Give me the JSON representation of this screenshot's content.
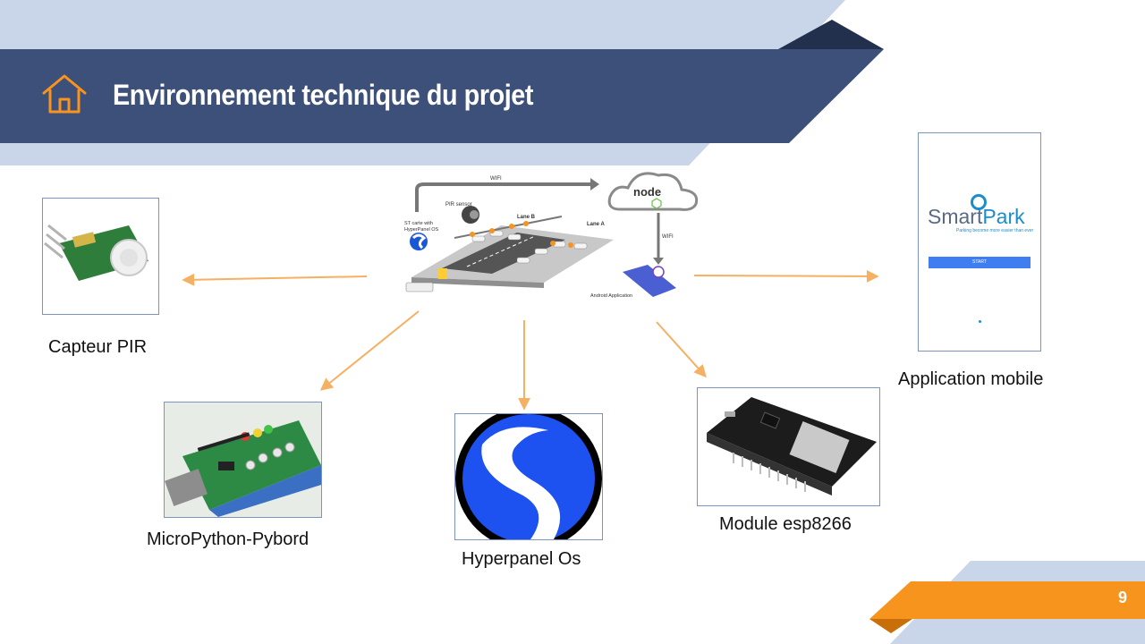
{
  "header": {
    "title": "Environnement technique du projet",
    "home_icon": "house-outline-icon"
  },
  "page_number": "9",
  "architecture": {
    "wifi_top": "WIFI",
    "wifi_side": "WIFI",
    "pir_sensor": "PIR sensor",
    "st_card_line1": "ST carte with",
    "st_card_line2": "HyperPanel OS",
    "lane_b": "Lane B",
    "lane_a": "Lane A",
    "node_logo": "node",
    "android_app": "Android Application"
  },
  "components": {
    "pir": {
      "label": "Capteur PIR"
    },
    "micropython": {
      "label": "MicroPython-Pybord"
    },
    "hyperpanel": {
      "label": "Hyperpanel Os"
    },
    "esp8266": {
      "label": "Module esp8266"
    },
    "mobile": {
      "label": "Application mobile"
    }
  },
  "smartpark": {
    "brand_a": "Smart",
    "brand_b": "Park",
    "tagline": "Parking become more easier than ever",
    "start_button": "START"
  },
  "colors": {
    "header_dark": "#3b5078",
    "light_band": "#c5d3e8",
    "accent_orange": "#f7931e",
    "arrow_orange": "#f5b062"
  }
}
